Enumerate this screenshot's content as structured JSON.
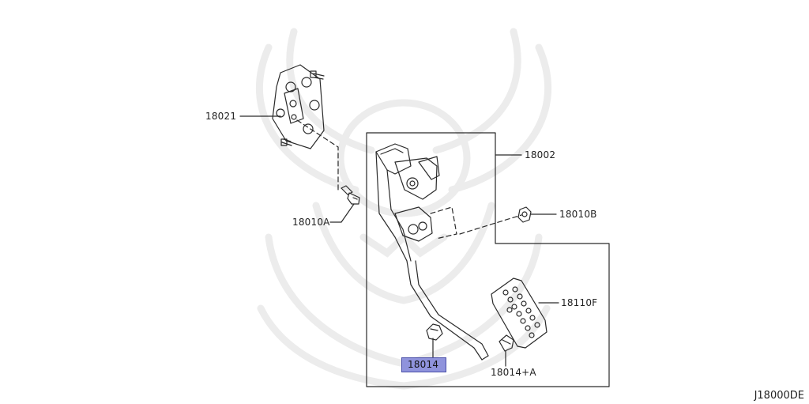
{
  "diagram": {
    "callouts": [
      {
        "id": "part-18021",
        "text": "18021",
        "highlighted": false
      },
      {
        "id": "part-18002",
        "text": "18002",
        "highlighted": false
      },
      {
        "id": "part-18010b",
        "text": "18010B",
        "highlighted": false
      },
      {
        "id": "part-18010a",
        "text": "18010A",
        "highlighted": false
      },
      {
        "id": "part-18110f",
        "text": "18110F",
        "highlighted": false
      },
      {
        "id": "part-18014",
        "text": "18014",
        "highlighted": true
      },
      {
        "id": "part-18014a",
        "text": "18014+A",
        "highlighted": false
      }
    ],
    "diagram_code": "J18000DE"
  },
  "colors": {
    "line": "#2a2a2a",
    "highlight_fill": "#8f93dc",
    "watermark": "#ececec"
  }
}
